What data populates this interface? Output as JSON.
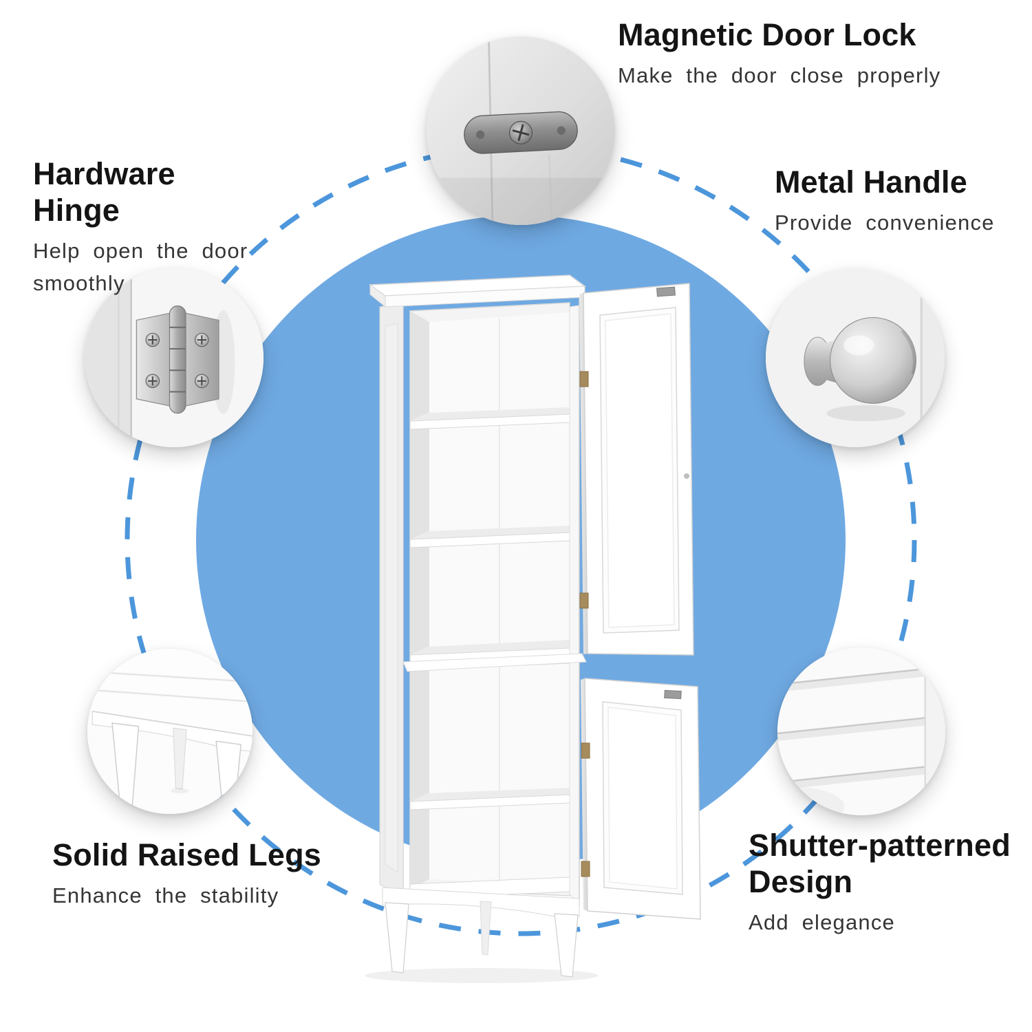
{
  "colors": {
    "accent_blue": "#6FA9E2",
    "dash_blue": "#4C96DB",
    "heading": "#141414",
    "subtitle": "#353535"
  },
  "center": {
    "illustration": "tall white freestanding storage cabinet with two stacked compartments, open doors and shelves"
  },
  "callouts": {
    "magnetic_door_lock": {
      "title": "Magnetic Door Lock",
      "subtitle": "Make the door close properly",
      "icon": "magnetic-lock-photo"
    },
    "hardware_hinge": {
      "title": "Hardware Hinge",
      "subtitle": "Help open the door smoothly",
      "icon": "hinge-photo"
    },
    "metal_handle": {
      "title": "Metal Handle",
      "subtitle": "Provide convenience",
      "icon": "metal-knob-photo"
    },
    "solid_raised_legs": {
      "title": "Solid Raised Legs",
      "subtitle": "Enhance the stability",
      "icon": "raised-legs-photo"
    },
    "shutter_patterned_design": {
      "title": "Shutter-patterned Design",
      "subtitle": "Add elegance",
      "icon": "shutter-pattern-photo"
    }
  }
}
